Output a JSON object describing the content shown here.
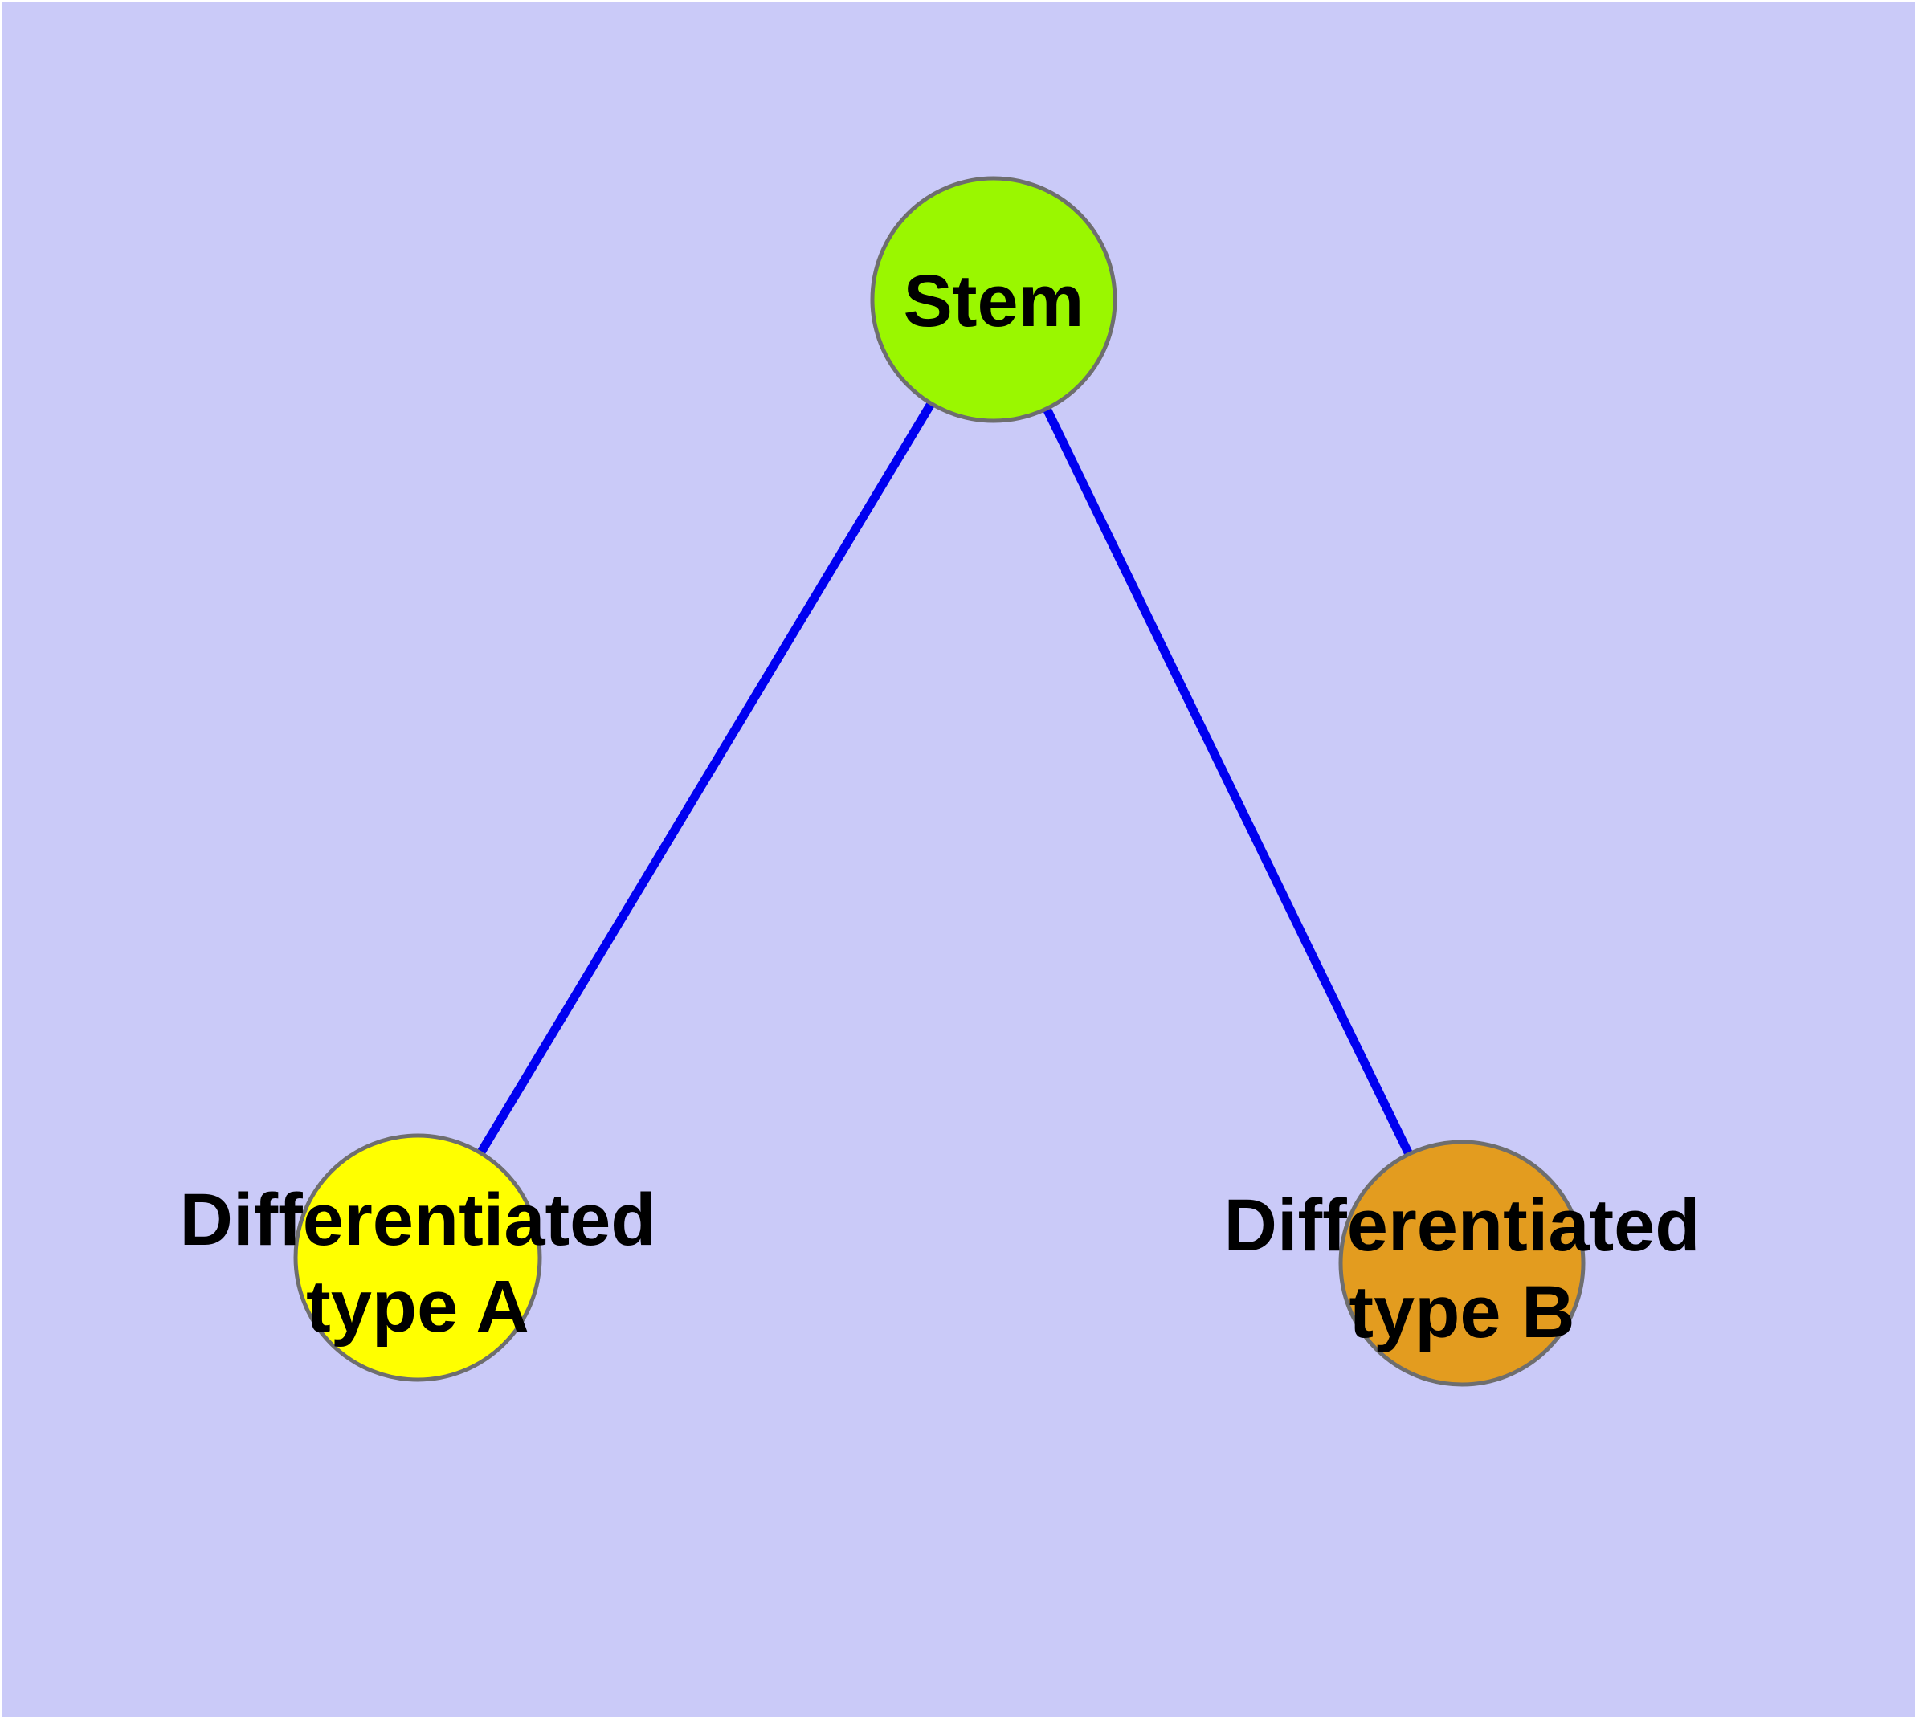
{
  "canvas": {
    "background": "#CACAF8",
    "frame_color": "#FFFFFF"
  },
  "diagram": {
    "type": "node-link-tree",
    "edge_color": "#0000F0",
    "node_border_color": "#6E6E6E",
    "text_color": "#000000",
    "nodes": [
      {
        "id": "stem",
        "label": "Stem",
        "lines": [
          "Stem"
        ],
        "fill": "#9AF700"
      },
      {
        "id": "differentiated-type-a",
        "label": "Differentiated type A",
        "lines": [
          "Differentiated",
          "type A"
        ],
        "fill": "#FFFF00"
      },
      {
        "id": "differentiated-type-b",
        "label": "Differentiated type B",
        "lines": [
          "Differentiated",
          "type B"
        ],
        "fill": "#E39C1F"
      }
    ],
    "edges": [
      {
        "from": "stem",
        "to": "differentiated-type-a"
      },
      {
        "from": "stem",
        "to": "differentiated-type-b"
      }
    ]
  }
}
